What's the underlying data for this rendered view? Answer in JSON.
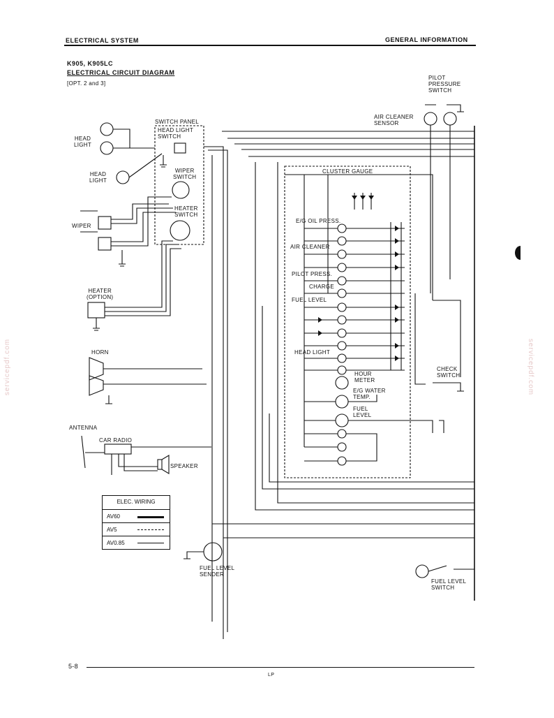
{
  "header": {
    "left": "ELECTRICAL SYSTEM",
    "right": "GENERAL INFORMATION"
  },
  "title": {
    "model": "K905, K905LC",
    "name": "ELECTRICAL CIRCUIT DIAGRAM",
    "option": "[OPT. 2 and 3]"
  },
  "labels": {
    "head_light_1": "HEAD\nLIGHT",
    "head_light_2": "HEAD\nLIGHT",
    "switch_panel": "SWITCH PANEL",
    "head_light_switch": "HEAD LIGHT\nSWITCH",
    "wiper_switch": "WIPER\nSWITCH",
    "heater_switch": "HEATER\nSWITCH",
    "wiper": "WIPER",
    "heater_option": "HEATER\n(OPTION)",
    "horn": "HORN",
    "antenna": "ANTENNA",
    "car_radio": "CAR RADIO",
    "speaker": "SPEAKER",
    "pilot_pressure_switch": "PILOT\nPRESSURE\nSWITCH",
    "air_cleaner_sensor": "AIR CLEANER\nSENSOR",
    "cluster_gauge": "CLUSTER GAUGE",
    "eg_oil_press": "E/G OIL PRESS.",
    "air_cleaner": "AIR CLEANER",
    "pilot_press": "PILOT PRESS.",
    "charge": "CHARGE",
    "fuel_level": "FUEL LEVEL",
    "head_light_ind": "HEAD LIGHT",
    "hour_meter": "HOUR\nMETER",
    "eg_water_temp": "E/G WATER\nTEMP.",
    "fuel_level_gauge": "FUEL\nLEVEL",
    "check_switch": "CHECK\nSWITCH",
    "fuel_level_sender": "FUEL LEVEL\nSENDER",
    "fuel_level_switch": "FUEL LEVEL\nSWITCH"
  },
  "legend": {
    "title": "ELEC. WIRING",
    "rows": [
      {
        "code": "AV60",
        "style": "thick"
      },
      {
        "code": "AV5",
        "style": "dashed"
      },
      {
        "code": "AV0.85",
        "style": "thin"
      }
    ]
  },
  "footer": {
    "page": "5-8",
    "code": "LP"
  },
  "watermark": "servicepdf.com"
}
